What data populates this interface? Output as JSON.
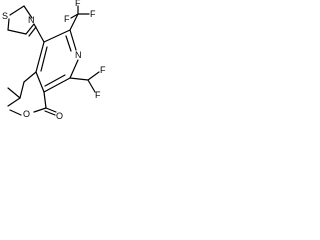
{
  "molecule": {
    "atom_labels": {
      "thiazoline_sulfur": "S",
      "thiazoline_nitrogen": "N",
      "pyridine_nitrogen": "N",
      "cf3_top": "F",
      "cf3_left": "F",
      "cf3_right": "F",
      "chf2_f_top": "F",
      "chf2_f_bottom": "F",
      "ester_carbonyl_o": "O",
      "ester_o": "O"
    }
  },
  "colors": {
    "bond": "#000000",
    "label": "#000000",
    "background": "#ffffff"
  }
}
